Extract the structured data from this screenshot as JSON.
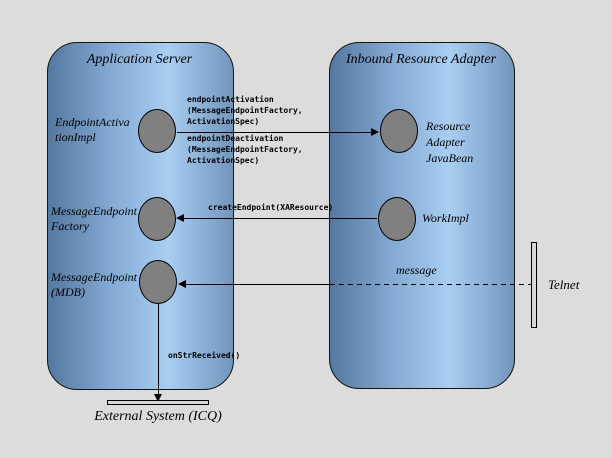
{
  "colors": {
    "bg": "#dcdcdc",
    "panel_dark": "#54789f",
    "panel_mid": "#86abd4",
    "panel_light": "#a9cef2",
    "panel_edge": "#7295bc",
    "node_fill": "#808080",
    "line": "#000000",
    "bar_fill": "#d6d6d6"
  },
  "panels": {
    "application_server": {
      "title": "Application Server"
    },
    "inbound_resource_adapter": {
      "title": "Inbound Resource Adapter"
    }
  },
  "nodes": {
    "endpoint_activation_impl": "EndpointActiva\ntionImpl",
    "message_endpoint_factory": "MessageEndpoint\nFactory",
    "message_endpoint_mdb": "MessageEndpoint\n(MDB)",
    "resource_adapter_javabean": "Resource\nAdapter\nJavaBean",
    "work_impl": "WorkImpl"
  },
  "messages": {
    "endpoint_activation": "endpointActivation\n(MessageEndpointFactory,\nActivationSpec)",
    "endpoint_deactivation": "endpointDeactivation\n(MessageEndpointFactory,\nActivationSpec)",
    "create_endpoint": "createEndpoint(XAResource)",
    "message": "message",
    "on_str_received": "onStrReceived()"
  },
  "external": {
    "telnet": "Telnet",
    "external_system": "External System (ICQ)"
  }
}
